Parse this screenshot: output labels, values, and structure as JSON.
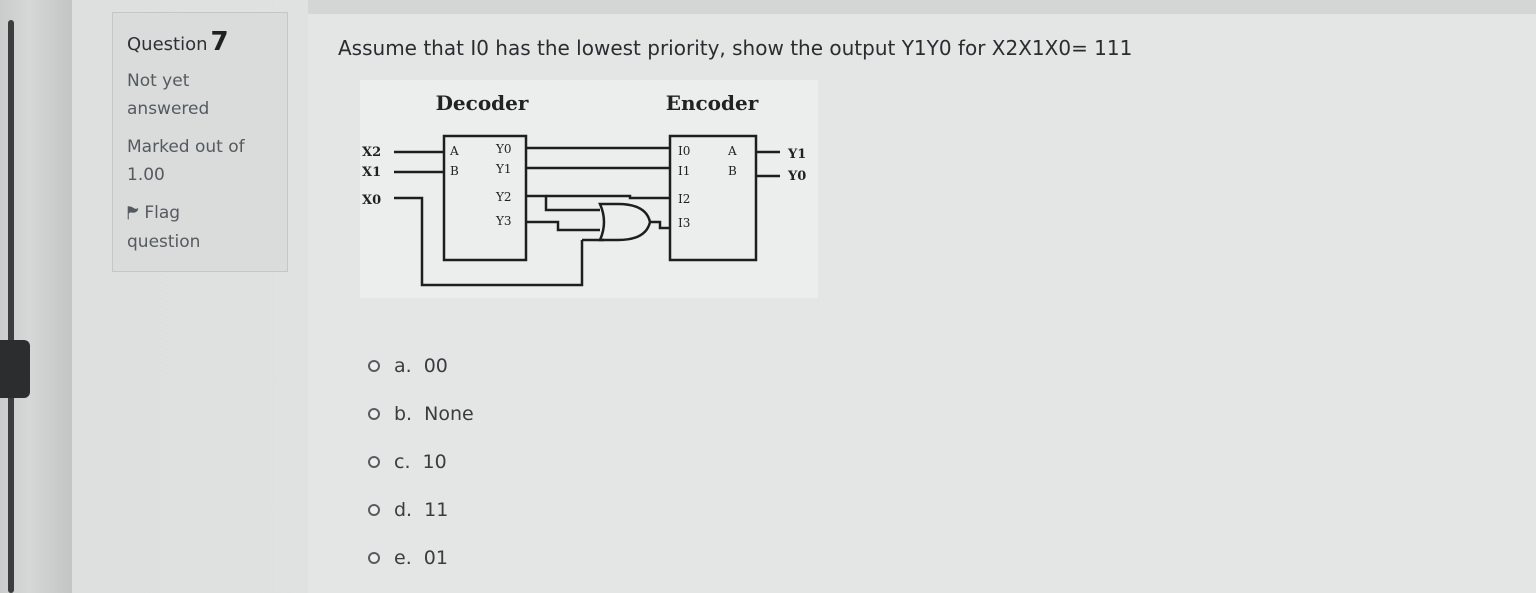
{
  "question": {
    "label": "Question",
    "number": "7",
    "status_line1": "Not yet",
    "status_line2": "answered",
    "marked_line1": "Marked out of",
    "marked_line2": "1.00",
    "flag_line1": "Flag",
    "flag_line2": "question",
    "flag_icon": "flag-icon",
    "text": "Assume that I0 has the lowest priority, show the output Y1Y0 for X2X1X0= 111"
  },
  "diagram": {
    "decoder_title": "Decoder",
    "encoder_title": "Encoder",
    "inputs": [
      "X2",
      "X1",
      "X0"
    ],
    "decoder_inputs": [
      "A",
      "B"
    ],
    "decoder_outputs": [
      "Y0",
      "Y1",
      "Y2",
      "Y3"
    ],
    "encoder_inputs": [
      "I0",
      "I1",
      "I2",
      "I3"
    ],
    "encoder_outputs": [
      "A",
      "B"
    ],
    "final_outputs": [
      "Y1",
      "Y0"
    ]
  },
  "options": [
    {
      "letter": "a.",
      "value": "00"
    },
    {
      "letter": "b.",
      "value": "None"
    },
    {
      "letter": "c.",
      "value": "10"
    },
    {
      "letter": "d.",
      "value": "11"
    },
    {
      "letter": "e.",
      "value": "01"
    }
  ]
}
